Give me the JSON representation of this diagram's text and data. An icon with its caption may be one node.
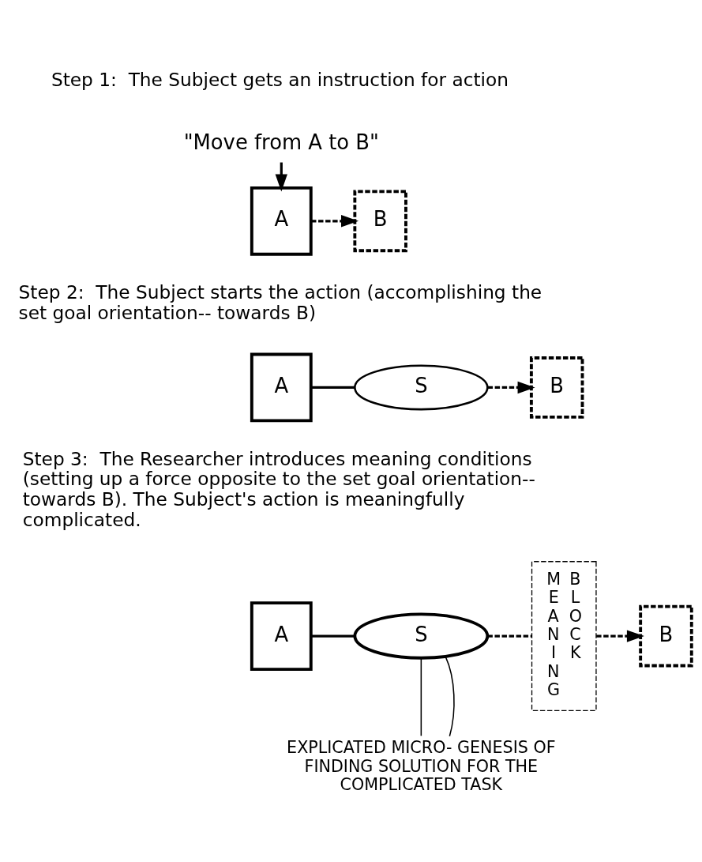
{
  "diagram": {
    "nodes": [
      {
        "text": [
          "\"Move from A to B\""
        ]
      },
      {
        "text": [
          "A"
        ]
      },
      {
        "text": [
          "B"
        ]
      },
      {
        "text": [
          "A"
        ]
      },
      {
        "text": [
          "S"
        ]
      },
      {
        "text": [
          "B"
        ]
      },
      {
        "text": [
          "A"
        ]
      },
      {
        "text": [
          "S"
        ]
      },
      {
        "text": [
          "M E A N I N G",
          "B L O C K"
        ]
      },
      {
        "text": [
          "B"
        ]
      },
      {
        "text": [
          "EXPLICATED MICRO- GENESIS OF FINDING SOLUTION FOR THE COMPLICATED TASK"
        ]
      }
    ],
    "edges": [
      {
        "from": 0,
        "to": 1,
        "arrow": "to"
      },
      {
        "from": 1,
        "to": 2,
        "arrow": "to",
        "style": "dashed"
      },
      {
        "from": 3,
        "to": 4,
        "arrow": "none"
      },
      {
        "from": 4,
        "to": 5,
        "arrow": "to",
        "style": "dashed"
      },
      {
        "from": 6,
        "to": 7,
        "arrow": "none"
      },
      {
        "from": 7,
        "to": 8,
        "arrow": "none",
        "style": "dashed"
      },
      {
        "from": 8,
        "to": 9,
        "arrow": "to",
        "style": "dashed"
      },
      {
        "from": 10,
        "to": 7,
        "arrow": "none"
      },
      {
        "from": 10,
        "to": 7,
        "arrow": "none"
      }
    ],
    "labels": [
      "Step 1:  The Subject gets an instruction for action",
      "Step 2:  The Subject starts the action (accomplishing the set goal orientation-- towards B)",
      "Step 3:  The Researcher introduces meaning conditions (setting up a force opposite to the set goal orientation-- towards B). The Subject's action is meaningfully complicated."
    ]
  }
}
